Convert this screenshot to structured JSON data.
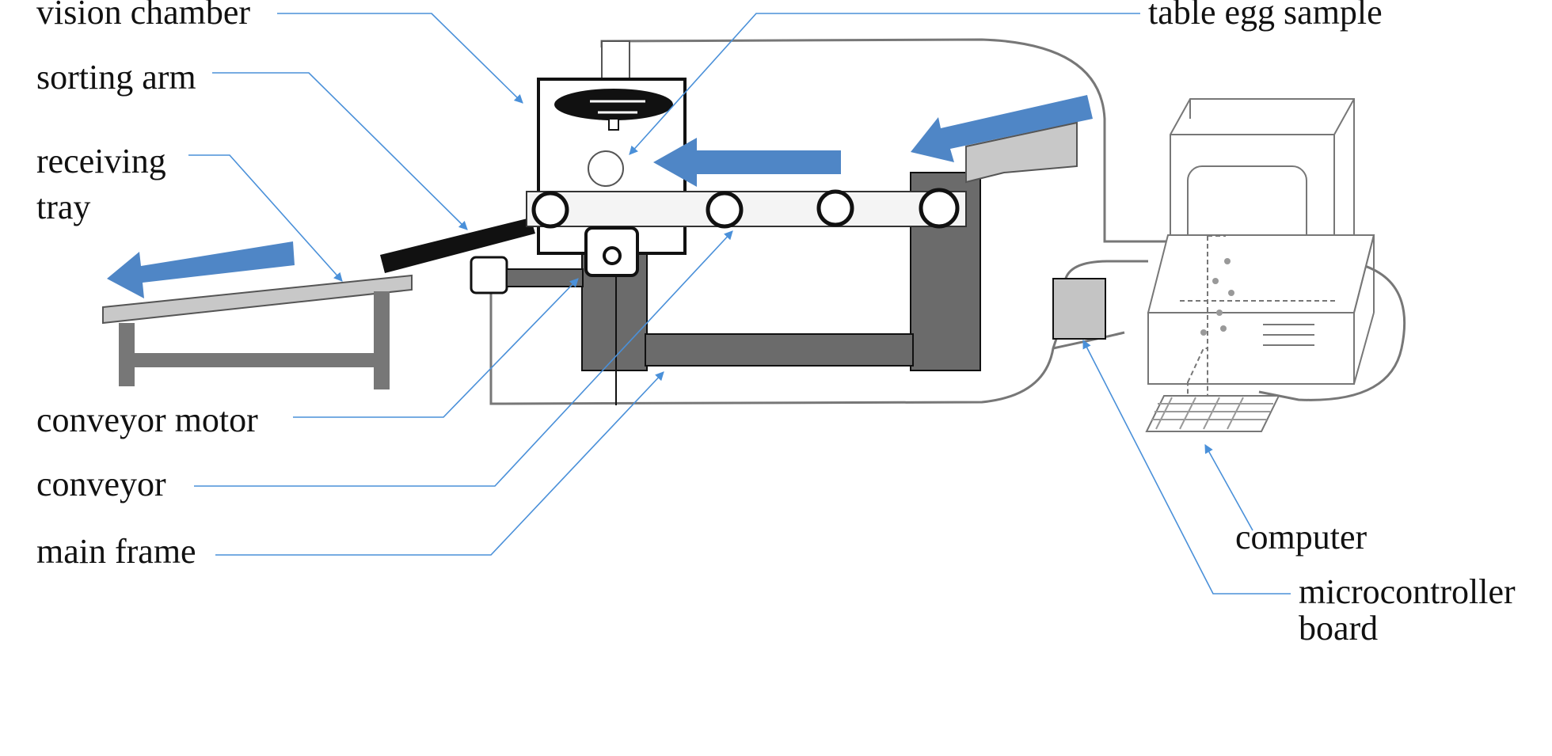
{
  "labels": {
    "vision_chamber": "vision chamber",
    "table_egg_sample": "table egg sample",
    "sorting_arm": "sorting arm",
    "receiving_tray_line1": "receiving",
    "receiving_tray_line2": "tray",
    "conveyor_motor": "conveyor motor",
    "conveyor": "conveyor",
    "main_frame": "main frame",
    "computer": "computer",
    "microcontroller_board_line1": "microcontroller",
    "microcontroller_board_line2": "board"
  },
  "colors": {
    "leader_line": "#4a90d9",
    "flow_arrow": "#4f86c6",
    "frame_fill": "#6b6b6b",
    "box_fill": "#c4c4c4",
    "outline": "#111111",
    "wire": "#777777"
  }
}
